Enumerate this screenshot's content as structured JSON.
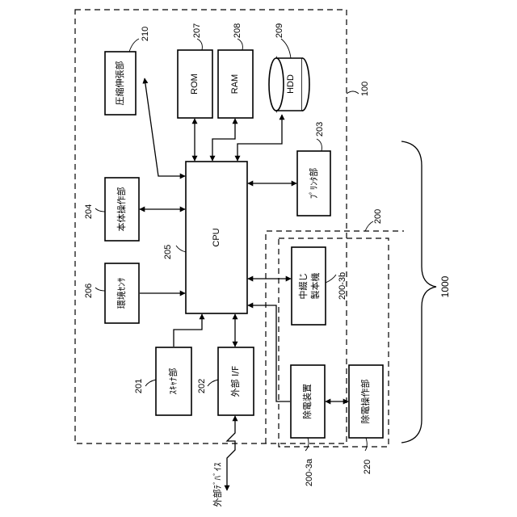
{
  "blocks": {
    "cpu": {
      "label": "CPU",
      "ref": "205"
    },
    "rom": {
      "label": "ROM",
      "ref": "207"
    },
    "ram": {
      "label": "RAM",
      "ref": "208"
    },
    "hdd": {
      "label": "HDD",
      "ref": "209"
    },
    "compress": {
      "label": "圧縮伸張部",
      "ref": "210"
    },
    "printer": {
      "label": "ﾌﾟﾘﾝﾀ部",
      "ref": "203"
    },
    "body_operation": {
      "label": "本体操作部",
      "ref": "204"
    },
    "env_sensor": {
      "label": "環境ｾﾝｻ",
      "ref": "206"
    },
    "scanner": {
      "label": "ｽｷｬﾅ部",
      "ref": "201"
    },
    "external_if": {
      "label": "外部 I/F",
      "ref": "202"
    },
    "bookbinding": {
      "label_line1": "中綴じ",
      "label_line2": "製本機",
      "ref": "200-3b"
    },
    "static_removal": {
      "label": "除電装置",
      "ref": "200-3a"
    },
    "static_operation": {
      "label": "除電操作部",
      "ref": "220"
    }
  },
  "groups": {
    "main_unit_ref": "100",
    "post_processing_ref": "200",
    "system_ref": "1000"
  },
  "external_device": "外部ﾃﾞﾊﾞｲｽ"
}
